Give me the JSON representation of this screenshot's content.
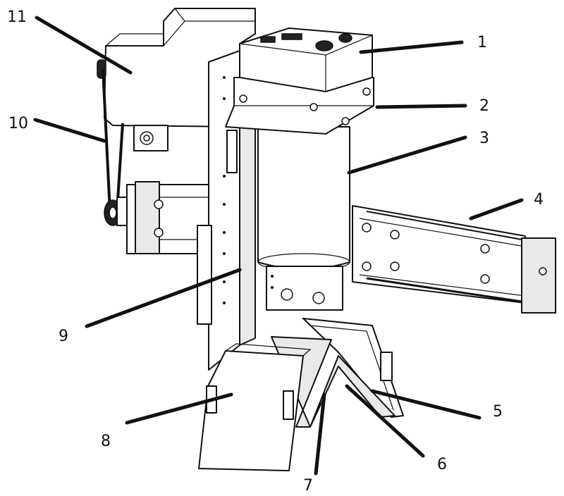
{
  "callouts": [
    {
      "id": "c1",
      "text": "1"
    },
    {
      "id": "c2",
      "text": "2"
    },
    {
      "id": "c3",
      "text": "3"
    },
    {
      "id": "c4",
      "text": "4"
    },
    {
      "id": "c5",
      "text": "5"
    },
    {
      "id": "c6",
      "text": "6"
    },
    {
      "id": "c7",
      "text": "7"
    },
    {
      "id": "c8",
      "text": "8"
    },
    {
      "id": "c9",
      "text": "9"
    },
    {
      "id": "c10",
      "text": "10"
    },
    {
      "id": "c11",
      "text": "11"
    }
  ],
  "colors": {
    "ink": "#111111",
    "paper": "#ffffff",
    "shade": "#e9e9e9"
  }
}
